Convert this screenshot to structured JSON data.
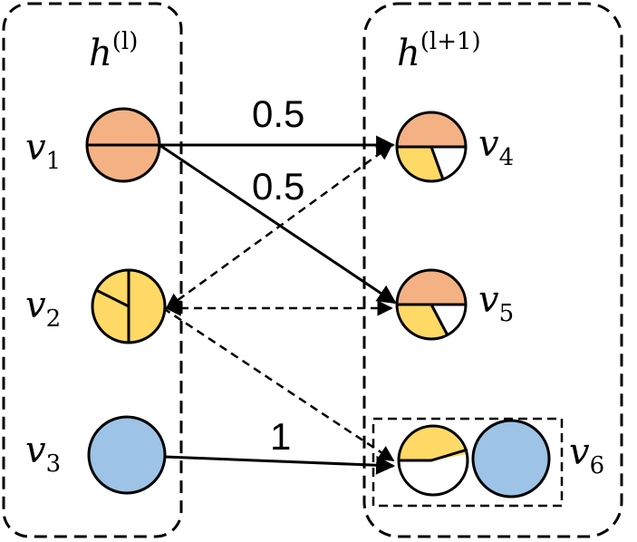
{
  "layers": {
    "left": {
      "base": "h",
      "sup": "(l)"
    },
    "right": {
      "base": "h",
      "sup": "(l+1)"
    }
  },
  "nodes": {
    "v1": {
      "base": "v",
      "sub": "1"
    },
    "v2": {
      "base": "v",
      "sub": "2"
    },
    "v3": {
      "base": "v",
      "sub": "3"
    },
    "v4": {
      "base": "v",
      "sub": "4"
    },
    "v5": {
      "base": "v",
      "sub": "5"
    },
    "v6": {
      "base": "v",
      "sub": "6"
    }
  },
  "edges": {
    "v1_v4": "0.5",
    "v1_v5": "0.5",
    "v3_v6": "1"
  },
  "colors": {
    "salmon": "#F4B183",
    "yellow": "#FFD966",
    "blue": "#9DC3E6",
    "white": "#FFFFFF",
    "stroke": "#000000"
  }
}
